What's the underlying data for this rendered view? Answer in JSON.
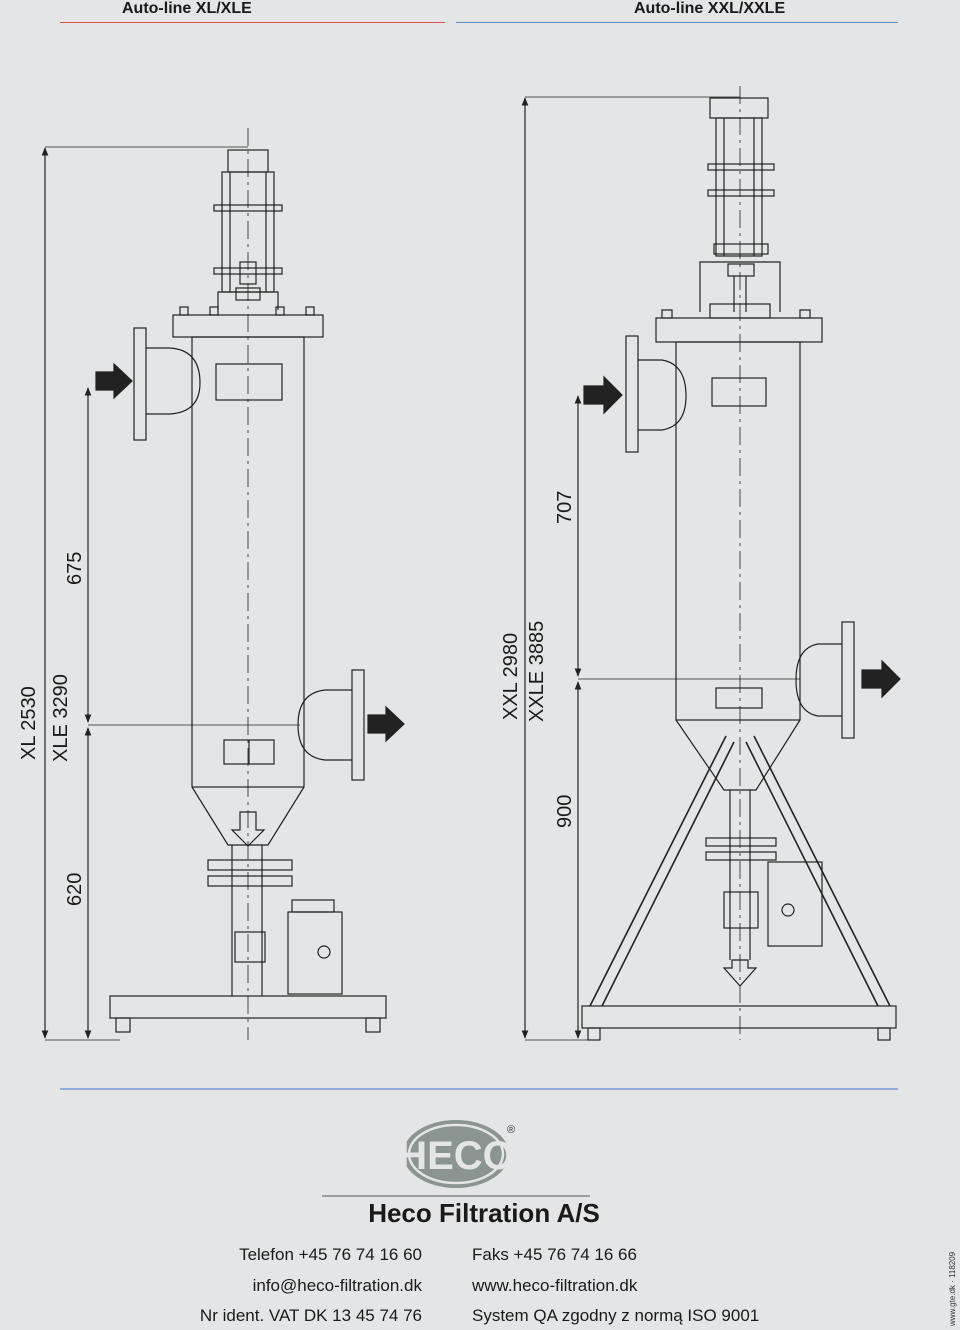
{
  "header": {
    "left_title": "Auto-line XL/XLE",
    "right_title": "Auto-line XXL/XXLE",
    "left_rule_color": "#d9534f",
    "right_rule_color": "#5b8fc9"
  },
  "dimensions": {
    "xl_total": "XL 2530",
    "xle_total": "XLE 3290",
    "xl_inlet": "675",
    "xl_outlet": "620",
    "xxl_total": "XXL 2980",
    "xxle_total": "XXLE 3885",
    "xxl_inlet": "707",
    "xxl_outlet": "900"
  },
  "logo": {
    "text": "HECO",
    "registered": "®",
    "color": "#8a9490"
  },
  "company": {
    "name": "Heco Filtration A/S",
    "phone": "Telefon +45 76 74 16 60",
    "fax": "Faks +45 76 74 16 66",
    "email": "info@heco-filtration.dk",
    "website": "www.heco-filtration.dk",
    "vat": "Nr ident. VAT DK 13 45 74 76",
    "qa": "System QA zgodny z normą ISO 9001"
  },
  "side_reference": "www.gte.dk · 118209",
  "colors": {
    "background": "#e4e5e6",
    "line": "#222222",
    "footer_rule": "#5b8fc9"
  }
}
